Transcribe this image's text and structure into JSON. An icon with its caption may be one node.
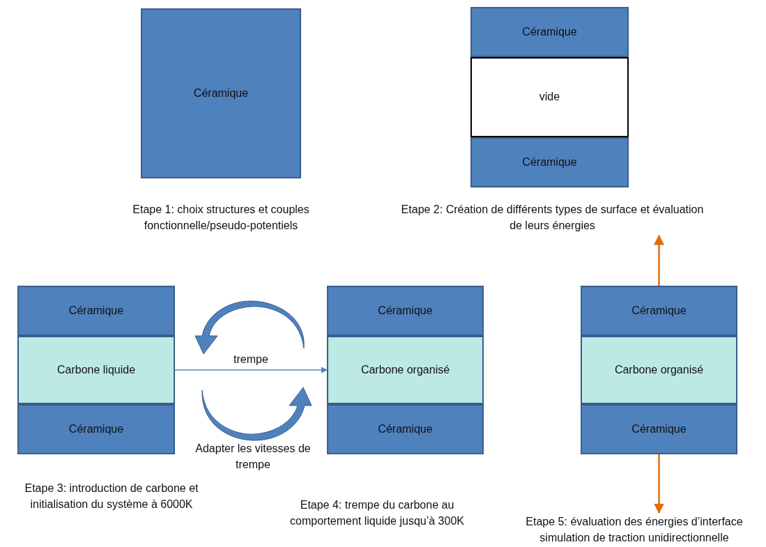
{
  "diagram": {
    "nodes": [
      {
        "text": [
          "Céramique"
        ]
      },
      {
        "text": [
          "Céramique"
        ]
      },
      {
        "text": [
          "vide"
        ]
      },
      {
        "text": [
          "Céramique"
        ]
      },
      {
        "text": [
          "Etape 1: choix structures et couples fonctionnelle/pseudo-potentiels"
        ]
      },
      {
        "text": [
          "Etape 2: Création de  différents types de surface et évaluation de leurs énergies"
        ]
      },
      {
        "text": [
          "Céramique"
        ]
      },
      {
        "text": [
          "Carbone liquide"
        ]
      },
      {
        "text": [
          "Céramique"
        ]
      },
      {
        "text": [
          "Céramique"
        ]
      },
      {
        "text": [
          "Carbone organisé"
        ]
      },
      {
        "text": [
          "Céramique"
        ]
      },
      {
        "text": [
          "Céramique"
        ]
      },
      {
        "text": [
          "Carbone organisé"
        ]
      },
      {
        "text": [
          "Céramique"
        ]
      },
      {
        "text": [
          "Etape 3: introduction de carbone et initialisation du système à 6000K"
        ]
      },
      {
        "text": [
          "Etape 4: trempe du carbone au comportement liquide jusqu’à 300K"
        ]
      },
      {
        "text": [
          "Etape 5: évaluation des énergies d’interface simulation de traction unidirectionnelle"
        ]
      }
    ],
    "edges": [
      {
        "from": 7,
        "to": 10,
        "arrow": "to",
        "label": "trempe",
        "color": "#4f81bd"
      },
      {
        "from": 12,
        "to": 5,
        "arrow": "to",
        "color": "#e46c0a"
      },
      {
        "from": 14,
        "to": 17,
        "arrow": "to",
        "color": "#e46c0a"
      }
    ],
    "labels": [
      "Adapter les vitesses de trempe"
    ]
  }
}
